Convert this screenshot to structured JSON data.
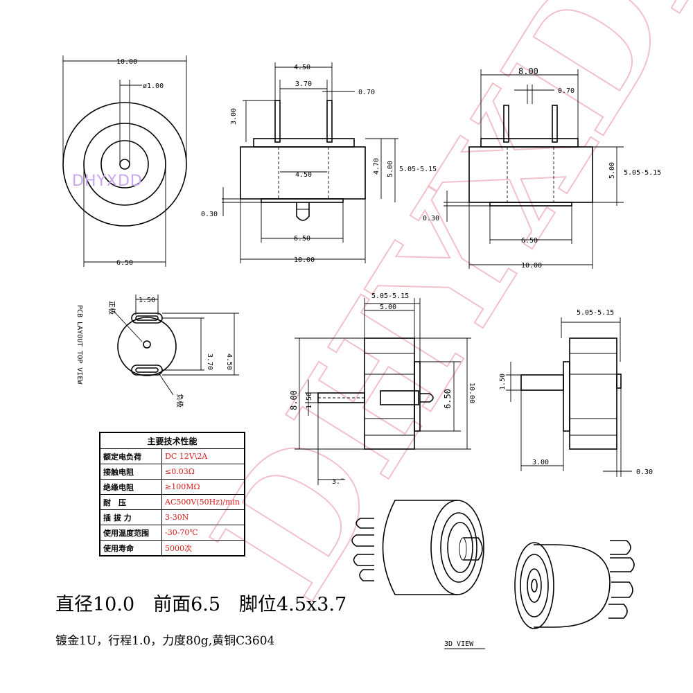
{
  "watermark": {
    "text": "DHYXDD",
    "small_text": "DHYXDD"
  },
  "dims": {
    "top_width": "10.00",
    "hole_dia": "ø1.00",
    "face_dia": "6.50",
    "pin_span": "4.50",
    "pin_gap": "3.70",
    "pin_w": "0.70",
    "pin_len": "3.00",
    "plate": "0.30",
    "body_h": "4.70",
    "h5": "5.00",
    "h_range": "5.05-5.15",
    "face_w": "6.50",
    "overall_w": "10.00",
    "center_span": "4.50",
    "body_8": "8.00",
    "pad_w": "1.50",
    "pad_gap": "3.70",
    "pad_span": "4.50",
    "plunger_h": "1.50",
    "side_8": "8.00",
    "side_650": "6.50",
    "side_10": "10.00",
    "side_3": "3.00",
    "side_3b": "3.¨",
    "pcb_label": "PCB LAYOUT TOP VIEW",
    "pos_label": "正极",
    "neg_label": "负极",
    "view3d": "3D VIEW"
  },
  "spec_table": {
    "title": "主要技术性能",
    "rows": [
      {
        "k": "额定电负荷",
        "v": "DC 12V\\2A"
      },
      {
        "k": "接触电阻",
        "v": "≤0.03Ω"
      },
      {
        "k": "绝缘电阻",
        "v": "≥100MΩ"
      },
      {
        "k": "耐　压",
        "v": "AC500V(50Hz)/min"
      },
      {
        "k": "插 拔 力",
        "v": "3-30N"
      },
      {
        "k": "使用温度范围",
        "v": "-30-70℃"
      },
      {
        "k": "使用寿命",
        "v": "5000次"
      }
    ]
  },
  "caption": {
    "line1": "直径10.0　前面6.5　脚位4.5x3.7",
    "line2": "镀金1U，行程1.0，力度80g,黄铜C3604"
  }
}
